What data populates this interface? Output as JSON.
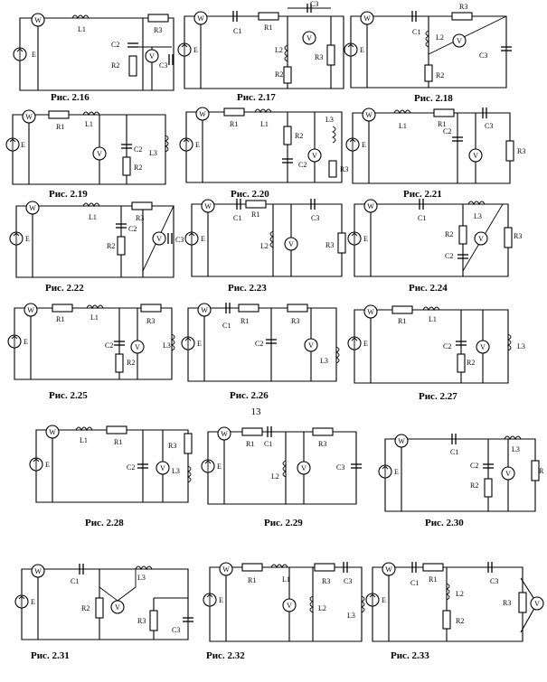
{
  "page_number": "13",
  "source_label": "E",
  "wattmeter_label": "W",
  "voltmeter_label": "V",
  "figures": [
    {
      "id": "2.16",
      "caption": "Рис. 2.16",
      "labels": [
        "L1",
        "C2",
        "R2",
        "R3",
        "C3"
      ]
    },
    {
      "id": "2.17",
      "caption": "Рис. 2.17",
      "labels": [
        "C1",
        "R1",
        "C3",
        "L2",
        "R2",
        "R3"
      ]
    },
    {
      "id": "2.18",
      "caption": "Рис. 2.18",
      "labels": [
        "C1",
        "L2",
        "R3",
        "R2",
        "C3"
      ]
    },
    {
      "id": "2.19",
      "caption": "Рис. 2.19",
      "labels": [
        "R1",
        "L1",
        "C2",
        "R2",
        "L3"
      ]
    },
    {
      "id": "2.20",
      "caption": "Рис. 2.20",
      "labels": [
        "R1",
        "L1",
        "R2",
        "L3",
        "C2",
        "R3"
      ]
    },
    {
      "id": "2.21",
      "caption": "Рис. 2.21",
      "labels": [
        "L1",
        "R1",
        "C3",
        "C2",
        "R3"
      ]
    },
    {
      "id": "2.22",
      "caption": "Рис. 2.22",
      "labels": [
        "L1",
        "R3",
        "C2",
        "R2",
        "C3"
      ]
    },
    {
      "id": "2.23",
      "caption": "Рис. 2.23",
      "labels": [
        "C1",
        "R1",
        "C3",
        "L2",
        "R3"
      ]
    },
    {
      "id": "2.24",
      "caption": "Рис. 2.24",
      "labels": [
        "C1",
        "L3",
        "R2",
        "C2",
        "R3"
      ]
    },
    {
      "id": "2.25",
      "caption": "Рис. 2.25",
      "labels": [
        "R1",
        "L1",
        "R3",
        "C2",
        "R2",
        "L3"
      ]
    },
    {
      "id": "2.26",
      "caption": "Рис. 2.26",
      "labels": [
        "C1",
        "R1",
        "R3",
        "C2",
        "L3"
      ]
    },
    {
      "id": "2.27",
      "caption": "Рис. 2.27",
      "labels": [
        "R1",
        "L1",
        "C2",
        "R2",
        "L3"
      ]
    },
    {
      "id": "2.28",
      "caption": "Рис. 2.28",
      "labels": [
        "L1",
        "R1",
        "R3",
        "C2",
        "L3"
      ]
    },
    {
      "id": "2.29",
      "caption": "Рис. 2.29",
      "labels": [
        "R1",
        "C1",
        "R3",
        "L2",
        "C3"
      ]
    },
    {
      "id": "2.30",
      "caption": "Рис. 2.30",
      "labels": [
        "C1",
        "L3",
        "C2",
        "R2",
        "R"
      ]
    },
    {
      "id": "2.31",
      "caption": "Рис. 2.31",
      "labels": [
        "C1",
        "L3",
        "R2",
        "R3",
        "C3"
      ]
    },
    {
      "id": "2.32",
      "caption": "Рис. 2.32",
      "labels": [
        "R1",
        "L1",
        "R3",
        "C3",
        "L2",
        "L3"
      ]
    },
    {
      "id": "2.33",
      "caption": "Рис. 2.33",
      "labels": [
        "C1",
        "R1",
        "C3",
        "L2",
        "R2",
        "R3"
      ]
    }
  ]
}
